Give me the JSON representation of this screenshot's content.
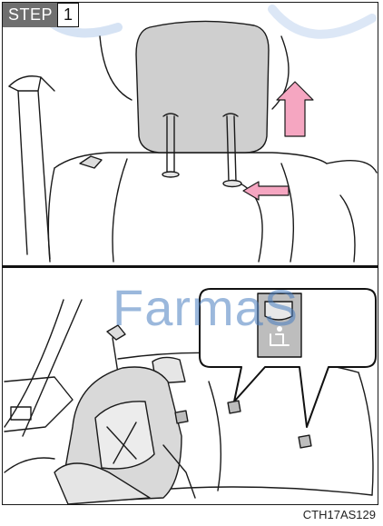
{
  "step": {
    "label": "STEP",
    "number": "1"
  },
  "figure_code": "CTH17AS129",
  "watermark": "FarmaS",
  "colors": {
    "headrest_gray": "#cfcfcf",
    "arrow_pink": "#f5a6c1",
    "line": "#1a1a1a",
    "anchor_gray": "#bdbdbd",
    "watermark_blue": "#4a7fc1"
  },
  "icons": [
    "up-arrow-icon",
    "push-arrow-icon",
    "child-seat-anchor-icon"
  ]
}
